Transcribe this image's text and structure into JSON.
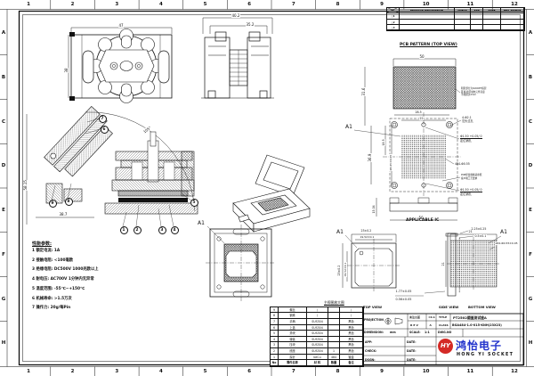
{
  "sheet": {
    "cols": [
      "1",
      "2",
      "3",
      "4",
      "5",
      "6",
      "7",
      "8",
      "9",
      "10",
      "11",
      "12"
    ],
    "rows": [
      "A",
      "B",
      "C",
      "D",
      "E",
      "F",
      "G",
      "H"
    ]
  },
  "rev_table": {
    "headers": [
      "REVISION DESCRIPTION",
      "CHECK",
      "APP",
      "DATE",
      "REV. NOTICE NO"
    ],
    "marks": [
      "△1",
      "△2",
      "△3"
    ]
  },
  "view1": {
    "dim_w": "47",
    "dim_h": "38"
  },
  "view2": {
    "dim1": "40.2",
    "dim2": "35.2"
  },
  "section": {
    "angle": "105°",
    "dim_h": "58.15",
    "dim_w": "38.7",
    "balloons": [
      "1",
      "2",
      "3",
      "4",
      "5",
      "6",
      "7",
      "8",
      "9"
    ]
  },
  "params": {
    "title": "性能参数:",
    "items": [
      "1 额定电流: 1A",
      "2 接触电阻: <100毫欧",
      "3 绝缘电阻: DC500V 1000兆欧以上",
      "4 耐电压:   AC700V 1分钟内无异常",
      "5 温度范围: -55℃~+150℃",
      "6 机械寿命: >1.5万次",
      "7 操作力:   20g/每Pin"
    ]
  },
  "enlarged": {
    "a1": "A1",
    "label": "主视图放大图"
  },
  "pcb": {
    "title": "PCB PATTERN (TOP VIEW)",
    "dim_top": "50",
    "dim_left": "31.6",
    "dim_left2": "36.9",
    "dim_left3": "18.5",
    "dim_left4": "28.65±0.05",
    "dim_holes": "28.5",
    "dim_pads": "22",
    "dim_side": "15.04",
    "dim_bottom": "50",
    "a1": "A1",
    "keepout": [
      "阴影部分为SOCKET投影",
      "区域,此区域内元件高度",
      "不能超过2mm"
    ],
    "note_holes": [
      "4-Φ2.1",
      "沉头过孔"
    ],
    "note_pin": [
      "Φ1.50 +0.05/ 0",
      "定位销孔"
    ],
    "note_pads": "484-Φ0.55",
    "note_pcb": [
      "PCB焊盘规格请参照",
      "客户端工艺要求"
    ],
    "note_pin2": [
      "Φ1.50 +0.05/ 0",
      "定位销孔"
    ]
  },
  "ic": {
    "title": "APPLICABLE IC",
    "a1_top": "A1",
    "a1_bottom": "A1",
    "dim_w1": "23±0.2",
    "dim_w2": "19.52±0.1",
    "dim_h1": "23±0.2",
    "dim_h2": "19.52±0.1",
    "dim_t1": "1.77±0.05",
    "dim_t2": "0.56±0.05",
    "dim_s1": "2.25±0.25",
    "dim_s2": "0.5±0.1",
    "dim_b1": "21",
    "dim_b2": "21",
    "balls": "484-Φ0.55±0.05",
    "label_top": "TOP VIEW",
    "label_side": "SIDE VIEW",
    "label_bottom": "BOTTOM VIEW"
  },
  "parts": {
    "headers": [
      "No",
      "零件名称",
      "材 料",
      "数量",
      "备注"
    ],
    "rows": [
      [
        "9",
        "螺丝",
        "/",
        "",
        "/"
      ],
      [
        "8",
        "钢珠",
        "/",
        "",
        "/"
      ],
      [
        "7",
        "手柄",
        "SUS304",
        "",
        "黑色"
      ],
      [
        "6",
        "上盖",
        "SUS304",
        "",
        "黑色"
      ],
      [
        "5",
        "滑块",
        "SUS304",
        "",
        "黑色"
      ],
      [
        "4",
        "弹簧",
        "SUS304",
        "",
        "黑色"
      ],
      [
        "3",
        "压块",
        "SUS304",
        "",
        "黑色"
      ],
      [
        "2",
        "底座",
        "SUS304",
        "1",
        "黑色"
      ],
      [
        "1",
        "探针",
        "beCu",
        "484",
        "镀金"
      ]
    ]
  },
  "tb": {
    "projection": "PROJECTION",
    "tol_label": "未注公差",
    "tol_value": "±0.1",
    "rev_label": "R E V",
    "rev_value": "A",
    "scale_label": "SCALE:",
    "scale_value": "1:1",
    "dim_label": "DIMENSION:",
    "dim_unit": "mm",
    "title_label": "TITLE",
    "title_value": "PT2502翻盖测试座A",
    "class_label": "CLASS",
    "class_value": "BGA484-1.0-015-KNH(23X23)",
    "dwg_label": "DWG.NO",
    "app": "APP:",
    "check": "CHECK:",
    "dsgn": "DSGN:",
    "date": "DATE:",
    "brand_mark": "HY",
    "brand_cn": "鸿怡电子",
    "brand_en": "HONG YI SOCKET",
    "brand_blue": "#2233cc",
    "brand_red": "#d42a26"
  }
}
